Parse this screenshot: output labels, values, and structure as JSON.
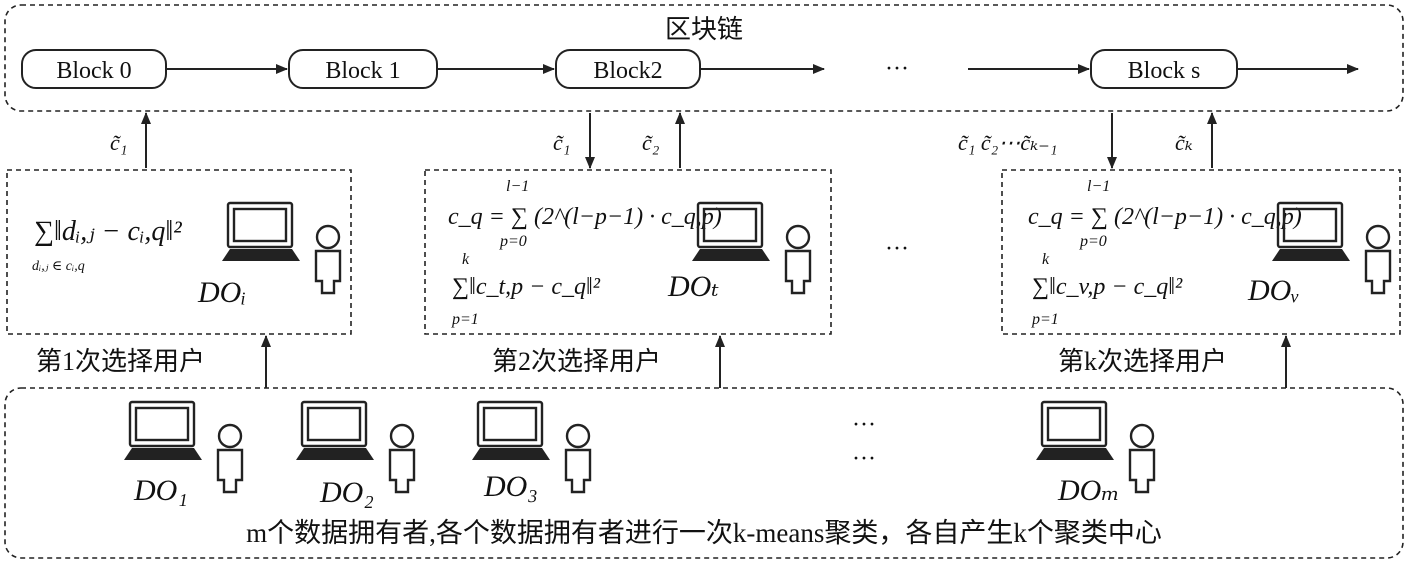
{
  "blockchain": {
    "title": "区块链",
    "blocks": [
      "Block 0",
      "Block 1",
      "Block2",
      "Block s"
    ],
    "ellipsis": "···"
  },
  "upper_arrows": {
    "c1_up": "c̃₁",
    "c1_down": "c̃₁",
    "c2_up": "c̃₂",
    "ck_list": "c̃₁  c̃₂⋯c̃ₖ₋₁",
    "ck_up": "c̃ₖ"
  },
  "panels": {
    "left": {
      "formula": "∑‖dᵢ,ⱼ − cᵢ,q‖²",
      "subscript": "dᵢ,ⱼ ∈ cᵢ,q",
      "owner": "DOᵢ"
    },
    "middle": {
      "formula1": "c_q = ∑ (2^(l−p−1) · c_q,p)",
      "formula1_upper": "l−1",
      "formula1_lower": "p=0",
      "formula2": "∑‖c_t,p − c_q‖²",
      "formula2_upper": "k",
      "formula2_lower": "p=1",
      "owner": "DOₜ"
    },
    "right": {
      "formula1": "c_q = ∑ (2^(l−p−1) · c_q,p)",
      "formula1_upper": "l−1",
      "formula1_lower": "p=0",
      "formula2": "∑‖c_v,p − c_q‖²",
      "formula2_upper": "k",
      "formula2_lower": "p=1",
      "owner": "DOᵥ"
    },
    "middle_ellipsis": "···"
  },
  "selection_labels": [
    "第1次选择用户",
    "第2次选择用户",
    "第k次选择用户"
  ],
  "bottom": {
    "owners": [
      "DO₁",
      "DO₂",
      "DO₃",
      "DOₘ"
    ],
    "ellipsis_top": "···",
    "ellipsis_bottom": "···",
    "caption": "m个数据拥有者,各个数据拥有者进行一次k-means聚类，各自产生k个聚类中心"
  }
}
